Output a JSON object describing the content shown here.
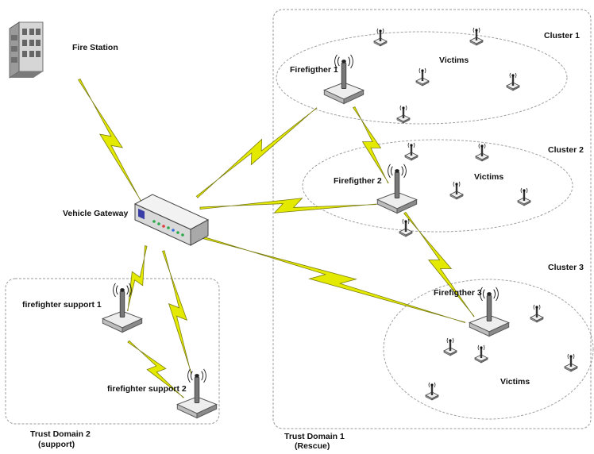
{
  "colors": {
    "bolt_fill": "#e4e900",
    "bolt_stroke": "#7c7f10",
    "region_border": "#9a9a9a",
    "cluster_border": "#a0a0a0",
    "device_body": "#eeeeee",
    "device_stroke": "#555555"
  },
  "nodes": {
    "fire_station": "Fire Station",
    "vehicle_gateway": "Vehicle Gateway",
    "firefighter_1": "Firefigther 1",
    "firefighter_2": "Firefigther 2",
    "firefighter_3": "Firefigther 3",
    "support_1": "firefighter support 1",
    "support_2": "firefighter support 2"
  },
  "clusters": {
    "c1": {
      "label": "Cluster 1",
      "victims": "Victims"
    },
    "c2": {
      "label": "Cluster 2",
      "victims": "Victims"
    },
    "c3": {
      "label": "Cluster 3",
      "victims": "Victims"
    }
  },
  "domains": {
    "d1_line1": "Trust Domain 1",
    "d1_line2": "(Rescue)",
    "d2_line1": "Trust Domain 2",
    "d2_line2": "(support)"
  },
  "icons": {
    "fire_station": "building-icon",
    "gateway": "network-switch-icon",
    "radio": "antenna-radio-icon",
    "victim": "small-beacon-icon",
    "link": "lightning-link-icon"
  }
}
